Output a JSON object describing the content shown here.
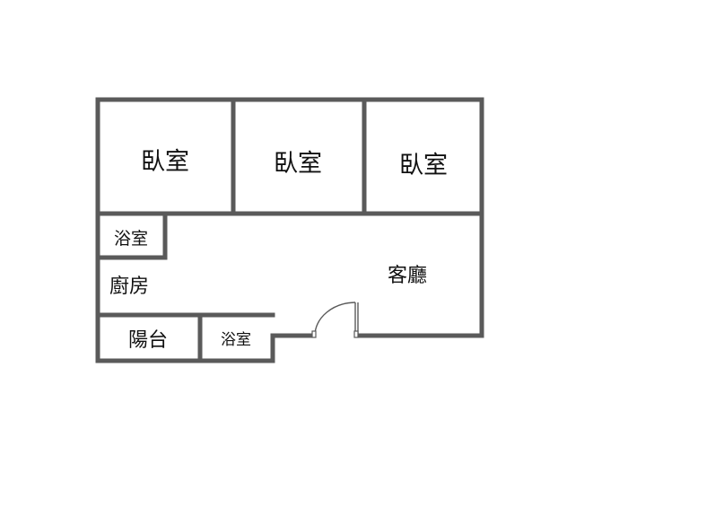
{
  "floorplan": {
    "rooms": {
      "bedroom_1": "臥室",
      "bedroom_2": "臥室",
      "bedroom_3": "臥室",
      "bathroom_upper": "浴室",
      "kitchen": "廚房",
      "living_room": "客廳",
      "balcony": "陽台",
      "bathroom_lower": "浴室"
    },
    "colors": {
      "wall": "#5a5a5a",
      "label": "#111111",
      "background": "#ffffff"
    }
  }
}
